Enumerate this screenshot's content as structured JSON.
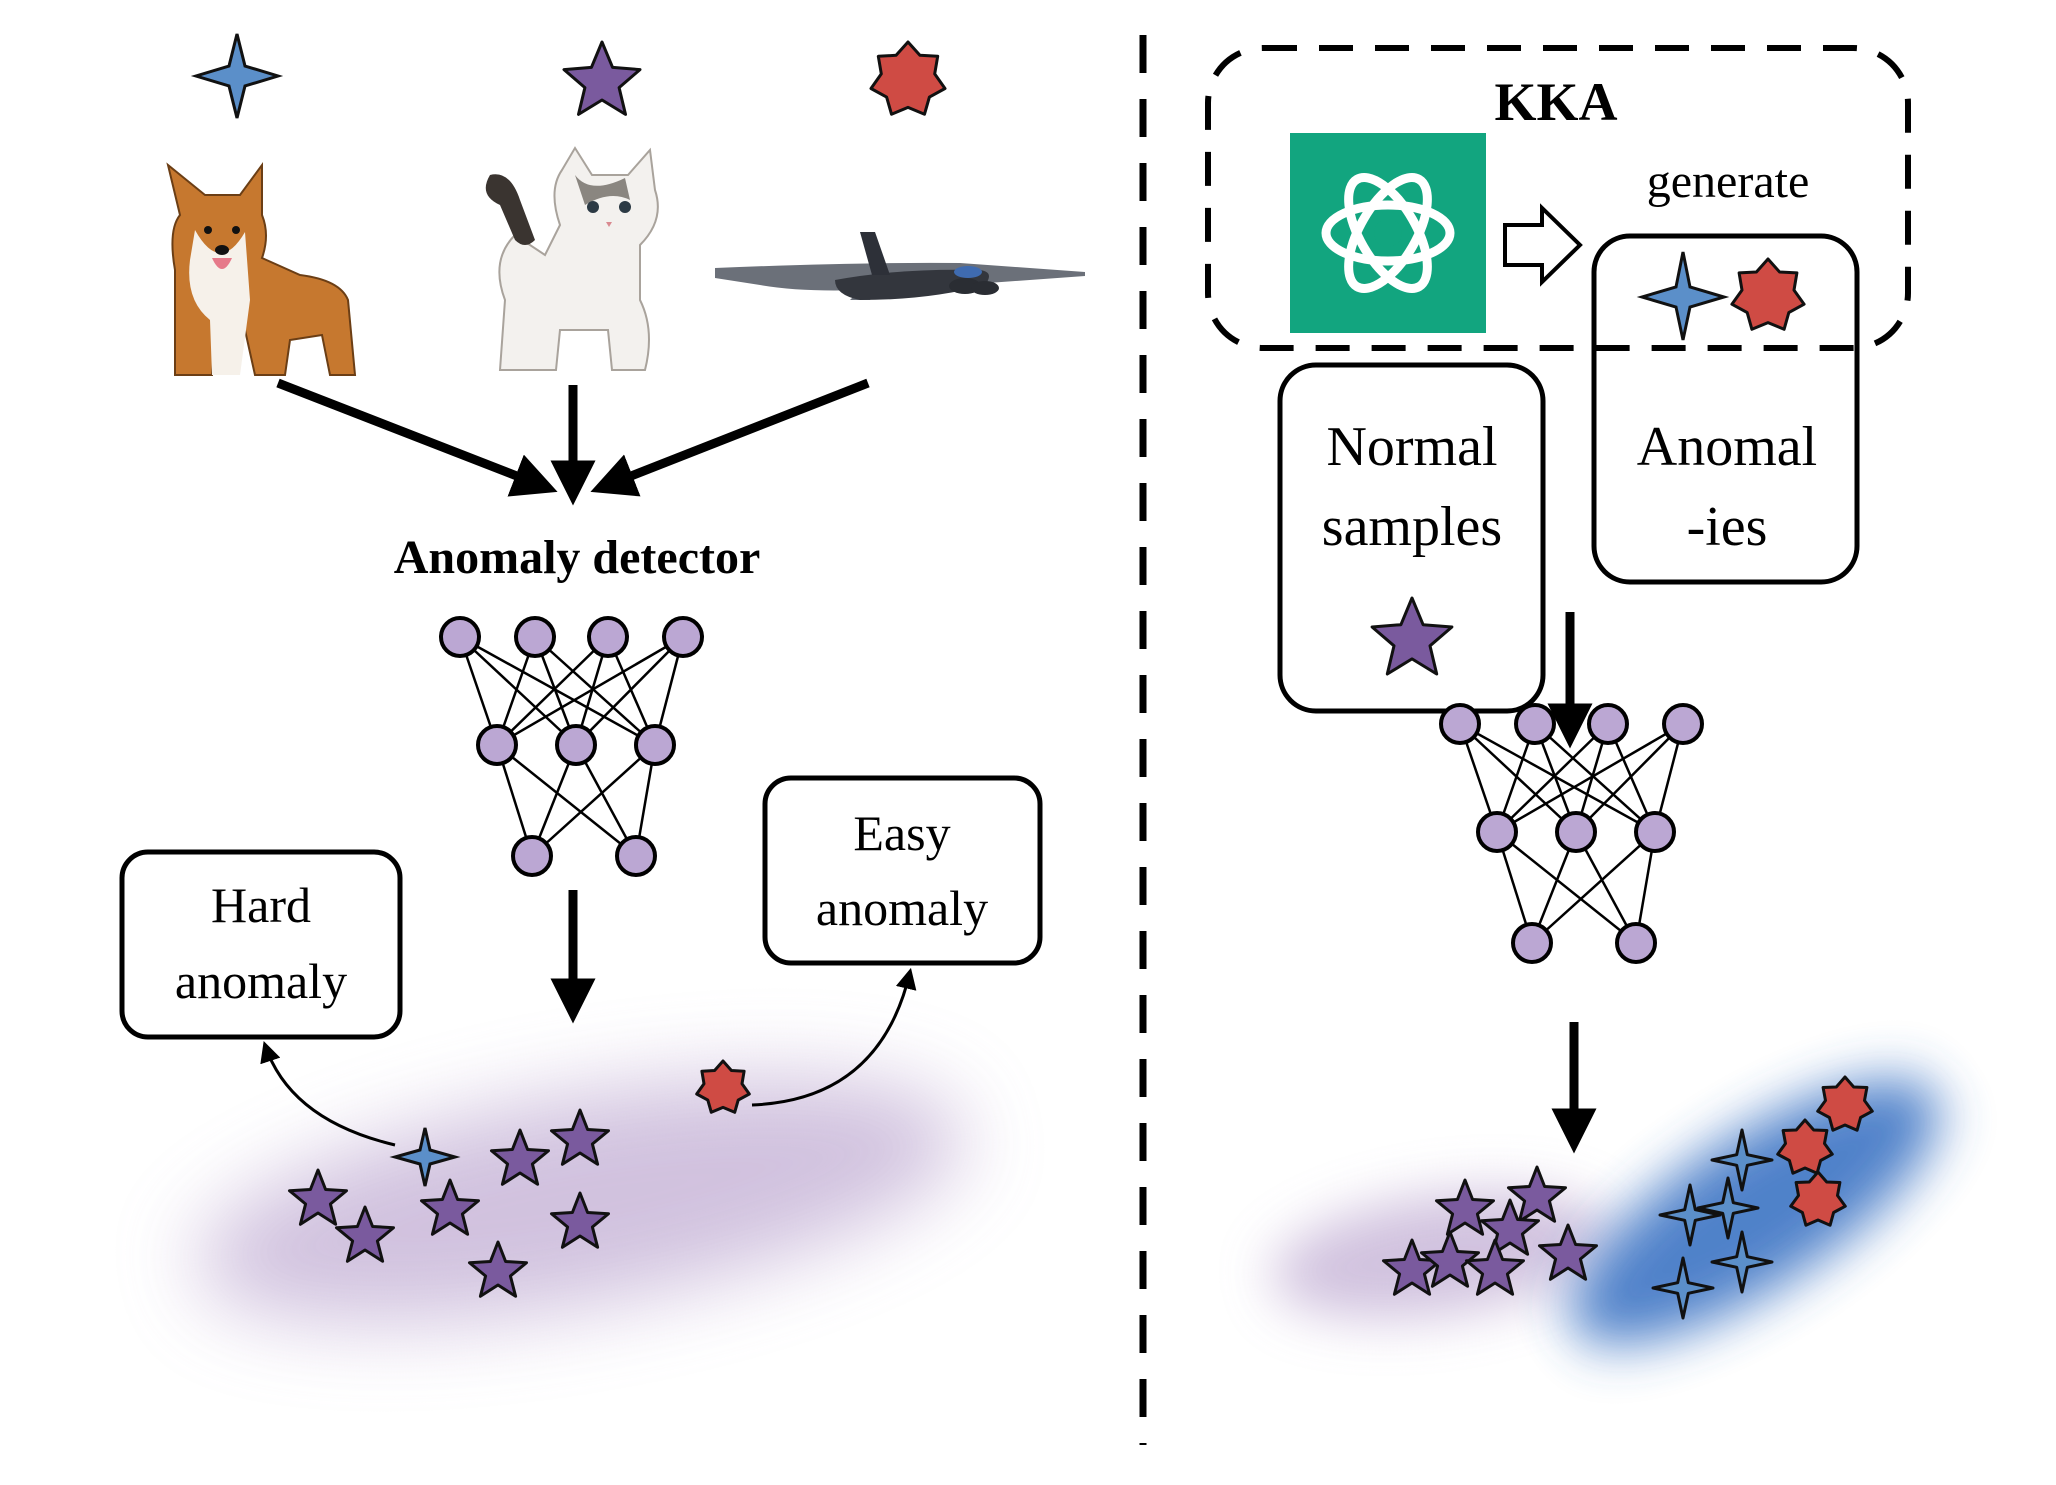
{
  "left_panel": {
    "detector_label": "Anomaly detector",
    "hard_box": {
      "line1": "Hard",
      "line2": "anomaly"
    },
    "easy_box": {
      "line1": "Easy",
      "line2": "anomaly"
    },
    "inputs": [
      {
        "name": "corgi-dog-image",
        "marker": "blue-four-point-star-icon"
      },
      {
        "name": "kitten-image",
        "marker": "purple-five-point-star-icon"
      },
      {
        "name": "airplane-image",
        "marker": "red-seven-point-star-icon"
      }
    ]
  },
  "right_panel": {
    "kka_label": "KKA",
    "generate_label": "generate",
    "normal_box": {
      "line1": "Normal",
      "line2": "samples"
    },
    "anomaly_box": {
      "line1": "Anomal",
      "line2": "-ies"
    },
    "logo": "openai-logo-icon"
  },
  "colors": {
    "purple_star": "#7a5a9e",
    "blue_star": "#5b8fc9",
    "red_star": "#cf4b44",
    "node_fill": "#bba7d3",
    "logo_bg": "#12a57f",
    "blue_cloud": "#3d74c4",
    "purple_cloud": "#c9b8d9"
  }
}
